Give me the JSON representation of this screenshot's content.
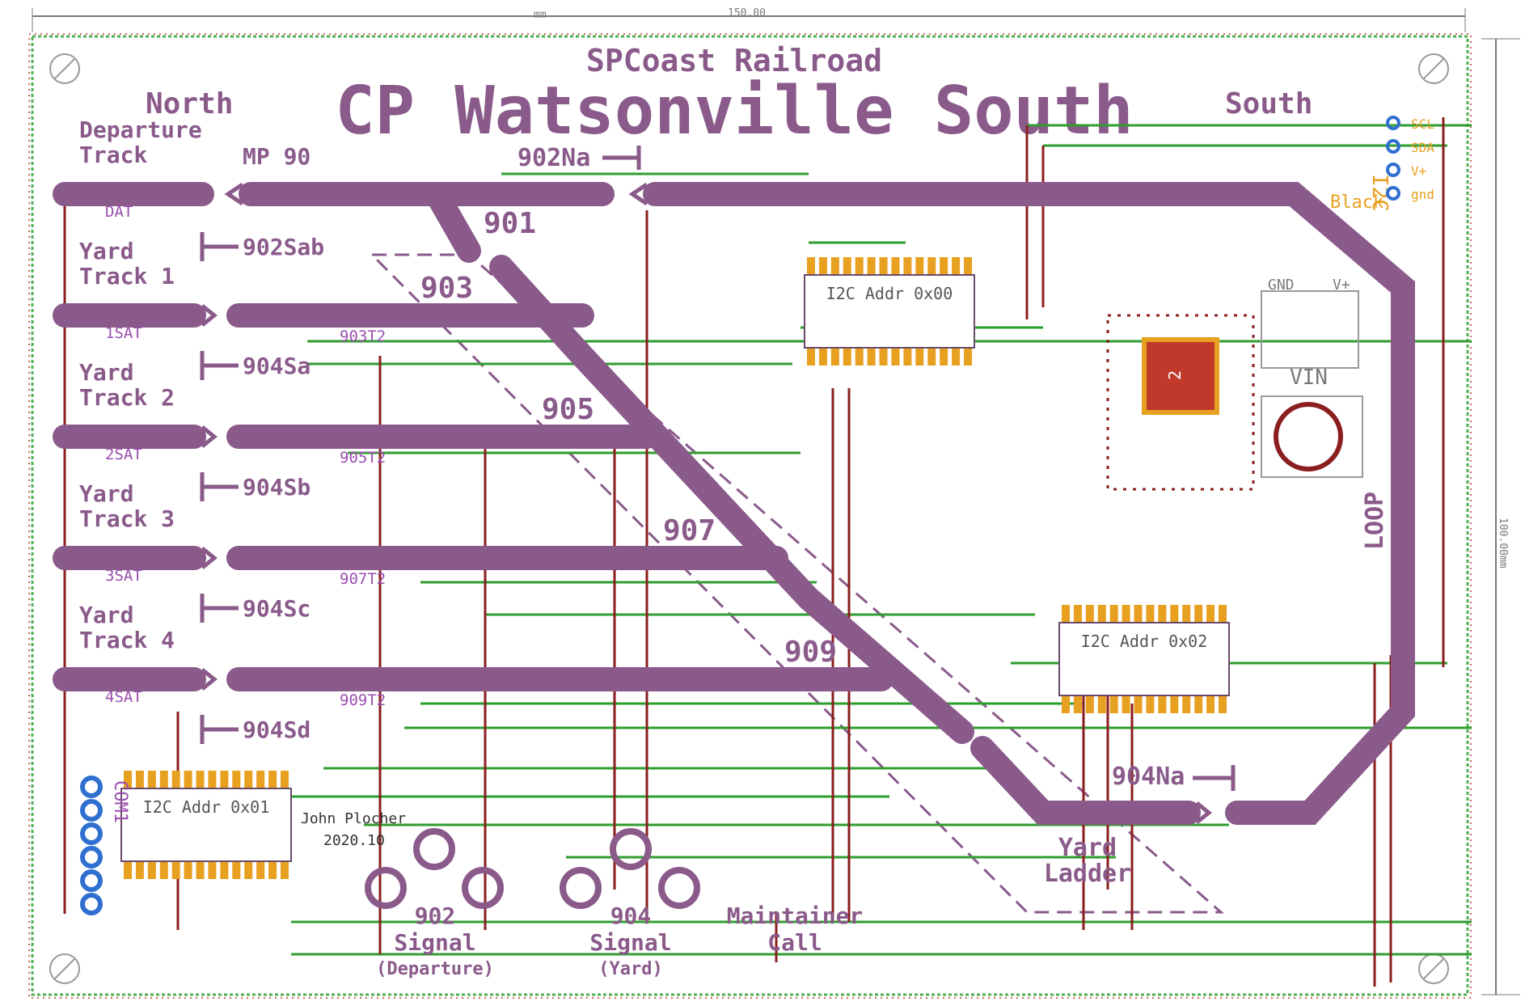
{
  "dimensions": {
    "width_unit": "mm",
    "width_value": "150.00",
    "height_value": "100.00mm"
  },
  "header": {
    "railroad": "SPCoast Railroad",
    "title": "CP Watsonville South",
    "north": "North",
    "south": "South",
    "milepost": "MP 90"
  },
  "tracks": [
    {
      "name_line1": "Departure",
      "name_line2": "Track",
      "sensor": "DAT",
      "signal": "902Sab"
    },
    {
      "name_line1": "Yard",
      "name_line2": "Track 1",
      "sensor": "1SAT",
      "signal": "904Sa",
      "turnout_label": "903T2"
    },
    {
      "name_line1": "Yard",
      "name_line2": "Track 2",
      "sensor": "2SAT",
      "signal": "904Sb",
      "turnout_label": "905T2"
    },
    {
      "name_line1": "Yard",
      "name_line2": "Track 3",
      "sensor": "3SAT",
      "signal": "904Sc",
      "turnout_label": "907T2"
    },
    {
      "name_line1": "Yard",
      "name_line2": "Track 4",
      "sensor": "4SAT",
      "signal": "904Sd",
      "turnout_label": "909T2"
    }
  ],
  "turnouts": [
    "901",
    "903",
    "905",
    "907",
    "909"
  ],
  "signals_top": {
    "north": "902Na",
    "south": "904Na"
  },
  "ics": [
    {
      "label": "I2C Addr 0x00"
    },
    {
      "label": "I2C Addr 0x01"
    },
    {
      "label": "I2C Addr 0x02"
    }
  ],
  "connector": {
    "title": "I2C",
    "pins": [
      "SCL",
      "SDA",
      "V+",
      "gnd"
    ],
    "wire_color": "Black",
    "com_label": "COM1"
  },
  "power": {
    "gnd": "GND",
    "vplus": "V+",
    "vin": "VIN",
    "regulator": "2"
  },
  "loop_label": "LOOP",
  "yard_ladder": {
    "line1": "Yard",
    "line2": "Ladder"
  },
  "bottom_labels": [
    {
      "line1": "902",
      "line2": "Signal",
      "line3": "(Departure)"
    },
    {
      "line1": "904",
      "line2": "Signal",
      "line3": "(Yard)"
    },
    {
      "line1": "Maintainer",
      "line2": "Call",
      "line3": ""
    }
  ],
  "author": {
    "name": "John Plocher",
    "date": "2020.10"
  },
  "colors": {
    "track": "#8a5a8a",
    "trace_green": "#2e9e2e",
    "trace_red": "#8b1e1e",
    "pad_orange": "#e8a020",
    "board_edge": "#4caf50"
  }
}
